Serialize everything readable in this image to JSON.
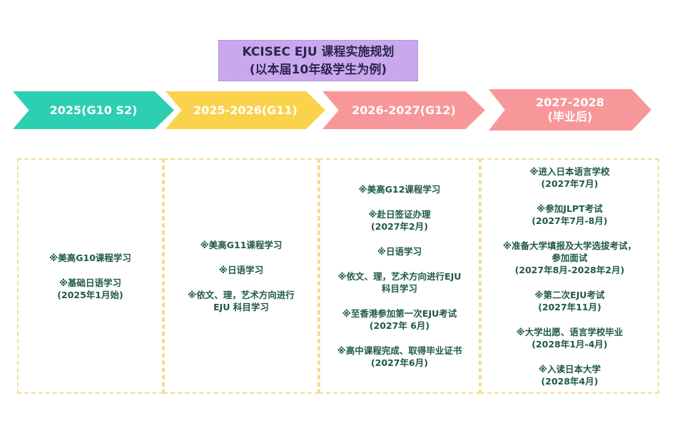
{
  "title": {
    "line1": "KCISEC EJU 课程实施规划",
    "line2": "(以本届10年级学生为例)"
  },
  "phases": [
    {
      "label": "2025(G10 S2)",
      "color": "#2ccfb2"
    },
    {
      "label": "2025-2026(G11)",
      "color": "#fbd24c"
    },
    {
      "label": "2026-2027(G12)",
      "color": "#f8979a"
    },
    {
      "label": "2027-2028",
      "sub": "(毕业后)",
      "color": "#f8979a"
    }
  ],
  "columns": [
    {
      "items": [
        [
          "※美高G10课程学习"
        ],
        [
          "※基础日语学习",
          "(2025年1月始)"
        ]
      ]
    },
    {
      "items": [
        [
          "※美高G11课程学习"
        ],
        [
          "※日语学习"
        ],
        [
          "※依文、理，艺术方向进行",
          "EJU 科目学习"
        ]
      ]
    },
    {
      "items": [
        [
          "※美高G12课程学习"
        ],
        [
          "※赴日签证办理",
          "(2027年2月)"
        ],
        [
          "※日语学习"
        ],
        [
          "※依文、理，艺术方向进行EJU",
          "科目学习"
        ],
        [
          "※至香港参加第一次EJU考试",
          "(2027年 6月)"
        ],
        [
          "※高中课程完成、取得毕业证书",
          "(2027年6月)"
        ]
      ]
    },
    {
      "items": [
        [
          "※进入日本语言学校",
          "(2027年7月)"
        ],
        [
          "※参加JLPT考试",
          "(2027年7月-8月)"
        ],
        [
          "※准备大学填报及大学选拔考试，",
          "参加面试",
          "(2027年8月-2028年2月)"
        ],
        [
          "※第二次EJU考试",
          "(2027年11月)"
        ],
        [
          "※大学出愿、语言学校毕业",
          "(2028年1月-4月)"
        ],
        [
          "※入读日本大学",
          "(2028年4月)"
        ]
      ]
    }
  ]
}
